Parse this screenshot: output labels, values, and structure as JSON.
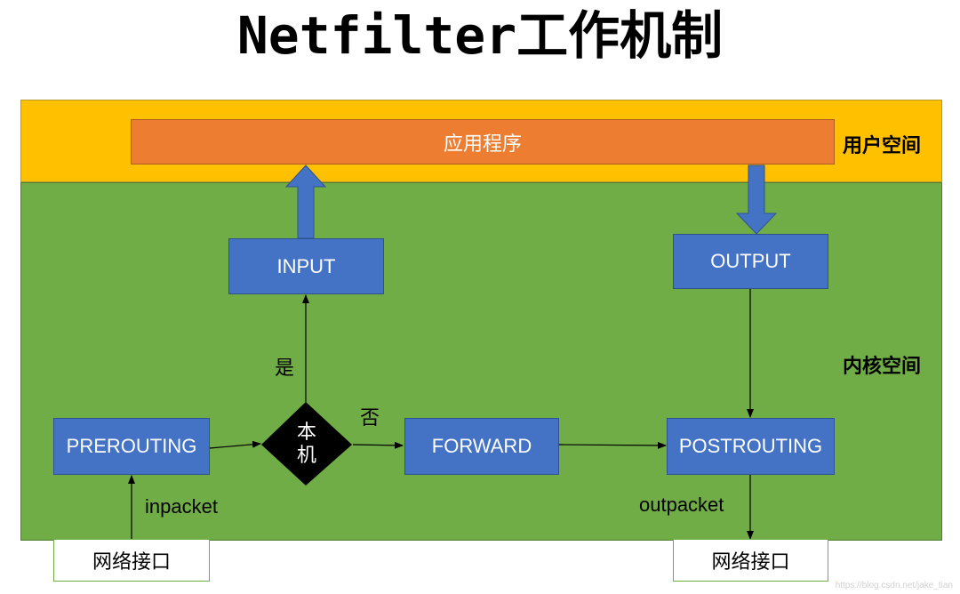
{
  "title": "Netfilter工作机制",
  "regions": {
    "user_space": "用户空间",
    "kernel_space": "内核空间"
  },
  "app": "应用程序",
  "nodes": {
    "input": "INPUT",
    "output": "OUTPUT",
    "prerouting": "PREROUTING",
    "forward": "FORWARD",
    "postrouting": "POSTROUTING",
    "decision_line1": "本",
    "decision_line2": "机"
  },
  "edge_labels": {
    "yes": "是",
    "no": "否",
    "inpacket": "inpacket",
    "outpacket": "outpacket"
  },
  "interfaces": {
    "left": "网络接口",
    "right": "网络接口"
  },
  "watermark": "https://blog.csdn.net/jake_tian",
  "colors": {
    "user_space": "#ffc000",
    "kernel_space": "#70ad47",
    "app": "#ed7d31",
    "node": "#4472c4",
    "decision": "#000000"
  }
}
